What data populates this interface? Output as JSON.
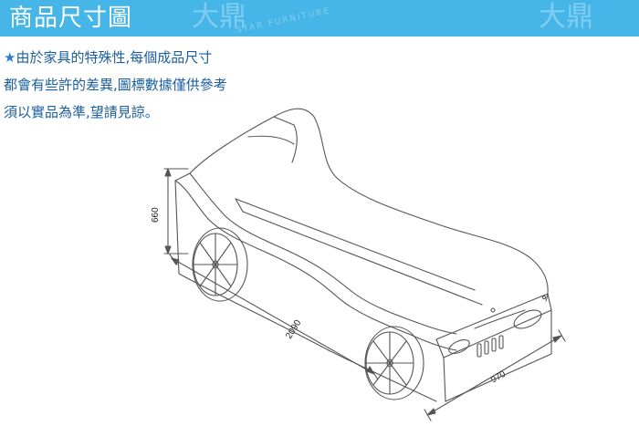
{
  "banner": {
    "title": "商品尺寸圖",
    "color": "#46b6e8",
    "watermark_text": "大鼎",
    "watermark_sub": "STAR FURNITURE"
  },
  "notice": {
    "star": "★",
    "lines": [
      "由於家具的特殊性,每個成品尺寸",
      "都會有些許的差異,圖標數據僅供參考",
      "須以實品為準,望請見諒。"
    ],
    "text_color": "#1a5fa0"
  },
  "drawing": {
    "subject": "car-shaped bed line drawing",
    "dimensions": {
      "height": "660",
      "length": "2090",
      "width": "970"
    }
  }
}
